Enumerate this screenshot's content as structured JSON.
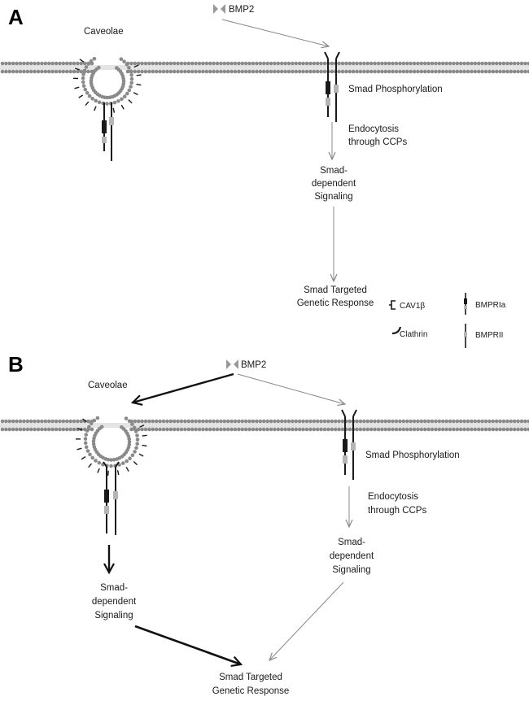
{
  "panel_a": {
    "label": "A",
    "caveolae": "Caveolae",
    "ligand": "BMP2",
    "smad_phos": "Smad Phosphorylation",
    "endocytosis": [
      "Endocytosis",
      "through CCPs"
    ],
    "signaling": [
      "Smad-",
      "dependent",
      "Signaling"
    ],
    "response": [
      "Smad Targeted",
      "Genetic Response"
    ]
  },
  "legend": {
    "cav": "CAV1β",
    "clathrin": "Clathrin",
    "bmpr1a": "BMPRIa",
    "bmpr2": "BMPRII"
  },
  "panel_b": {
    "label": "B",
    "caveolae": "Caveolae",
    "ligand": "BMP2",
    "smad_phos": "Smad Phosphorylation",
    "endocytosis": [
      "Endocytosis",
      "through CCPs"
    ],
    "signaling_right": [
      "Smad-",
      "dependent",
      "Signaling"
    ],
    "signaling_left": [
      "Smad-",
      "dependent",
      "Signaling"
    ],
    "response": [
      "Smad Targeted",
      "Genetic Response"
    ]
  },
  "colors": {
    "lipid_head": "#8a8a8a",
    "receptor_dark": "#1a1a1a",
    "receptor_light": "#b5b5b5",
    "arrow_thin": "#888888",
    "arrow_bold": "#111111"
  }
}
